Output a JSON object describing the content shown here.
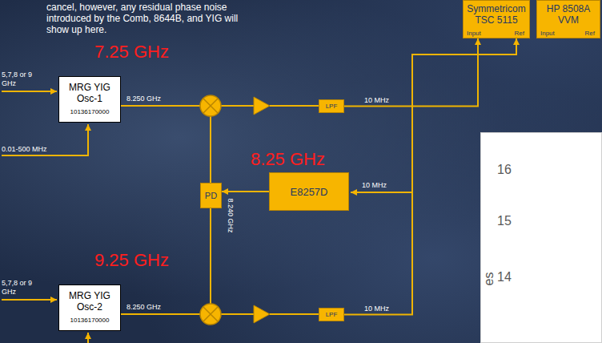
{
  "diagram": {
    "nodes": [
      {
        "text": [
          "Symmetricom TSC 5115",
          "Input",
          "Ref"
        ]
      },
      {
        "text": [
          "HP 8508A VVM",
          "Input",
          "Ref"
        ]
      },
      {
        "text": [
          "MRG YIG Osc-1",
          "10136170000"
        ]
      },
      {
        "text": [
          "LPF"
        ]
      },
      {
        "text": [
          "16",
          "15",
          "14",
          "es"
        ]
      },
      {
        "text": [
          "PD"
        ]
      },
      {
        "text": [
          "E8257D"
        ]
      },
      {
        "text": [
          "LPF"
        ]
      },
      {
        "text": [
          "MRG YIG Osc-2",
          "10136170000"
        ]
      }
    ],
    "edges": [
      {
        "from": 3,
        "to": 0,
        "arrow": "to",
        "label": "10 MHz"
      },
      {
        "from": 6,
        "to": 5,
        "arrow": "to"
      },
      {
        "from": 7,
        "to": 0,
        "arrow": "to",
        "label": "10 MHz"
      }
    ],
    "labels": [
      "cancel, however, any residual phase noise introduced by the Comb, 8644B, and YIG will show up here.",
      "7.25 GHz",
      "5,7,8 or 9 GHz",
      "8.250 GHz",
      "0.01-500 MHz",
      "8.25 GHz",
      "10 MHz",
      "8.240 GHz",
      "9.25 GHz",
      "5,7,8 or 9 GHz",
      "8.250 GHz"
    ]
  }
}
